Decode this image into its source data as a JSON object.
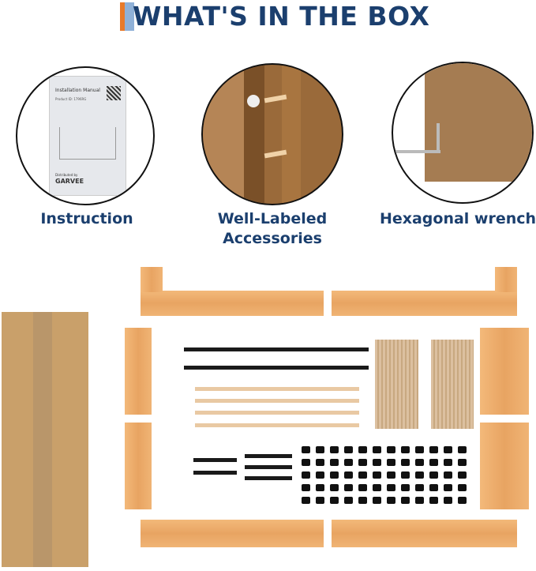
{
  "header": {
    "title": "WHAT'S IN THE BOX"
  },
  "items": [
    {
      "label": "Instruction",
      "icon": "instruction-manual"
    },
    {
      "label_line1": "Well-Labeled",
      "label_line2": "Accessories",
      "icon": "labeled-accessories"
    },
    {
      "label": "Hexagonal wrench",
      "icon": "hex-wrench"
    }
  ],
  "manual": {
    "title": "Installation Manual",
    "product_id": "Product ID: 1796RG",
    "distributor": "Distributed by",
    "brand": "GARVEE"
  },
  "colors": {
    "title": "#1b3f6e",
    "accent_orange": "#e87a2a",
    "accent_blue": "#8fb1d8",
    "wood": "#e8a462",
    "box": "#c9a06a"
  }
}
